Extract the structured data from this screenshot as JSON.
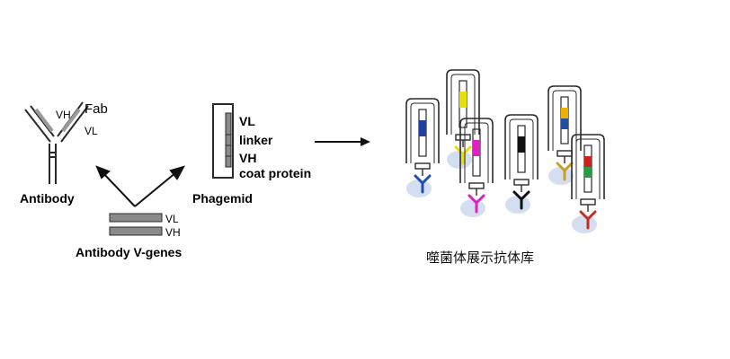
{
  "antibody": {
    "vh_label": "VH",
    "vl_label": "VL",
    "fab_label": "Fab",
    "title": "Antibody"
  },
  "vgenes": {
    "vl_label": "VL",
    "vh_label": "VH",
    "title": "Antibody V-genes"
  },
  "phagemid": {
    "title": "Phagemid",
    "segments": [
      "VL",
      "linker",
      "VH",
      "coat protein"
    ]
  },
  "library": {
    "caption": "噬菌体展示抗体库",
    "phages": [
      {
        "band_color": "#2040a0",
        "antibody_color": "#1f4fb0"
      },
      {
        "band_color": "#e8e000",
        "antibody_color": "#e8e000"
      },
      {
        "band_color": "#e020c0",
        "antibody_color": "#e020c0"
      },
      {
        "band_color": "#111111",
        "antibody_color": "#111111"
      },
      {
        "band_color": "#f0b000",
        "antibody_color": "#c8a020"
      },
      {
        "band_color": "#d02020",
        "antibody_color": "#c03020"
      }
    ]
  },
  "colors": {
    "outline": "#2a2a2a",
    "gray_fill": "#8a8a8a",
    "second_band_phage5": "#2050a0",
    "second_band_phage6": "#20a040",
    "glow": "#b8c8e8"
  }
}
